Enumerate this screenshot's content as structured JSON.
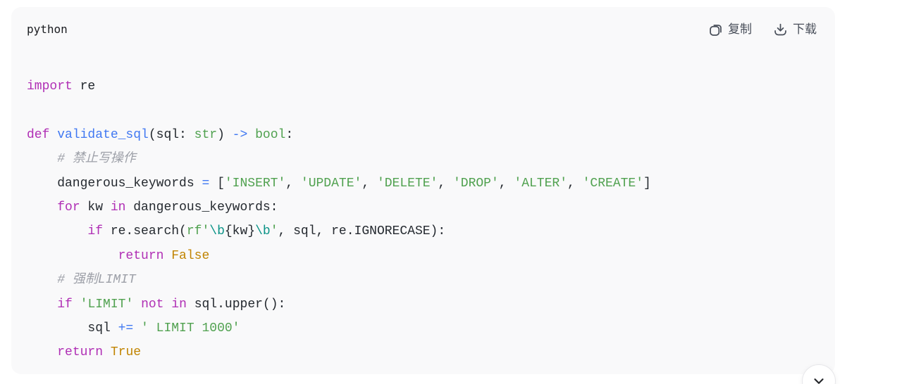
{
  "header": {
    "language": "python",
    "copy_label": "复制",
    "download_label": "下载"
  },
  "syntax_colors": {
    "background": "#f9f9fa",
    "keyword": "#b02fb5",
    "function": "#4078f2",
    "operator": "#4078f2",
    "string": "#50a14f",
    "type": "#50a14f",
    "escape": "#0d9488",
    "literal": "#c18401",
    "comment": "#9da0a8",
    "plain": "#24292f"
  },
  "code": {
    "lines": [
      [
        [
          "kw",
          "import"
        ],
        [
          "pln",
          " re"
        ]
      ],
      [],
      [
        [
          "kw",
          "def"
        ],
        [
          "pln",
          " "
        ],
        [
          "fn",
          "validate_sql"
        ],
        [
          "pln",
          "(sql: "
        ],
        [
          "typ",
          "str"
        ],
        [
          "pln",
          ") "
        ],
        [
          "op",
          "->"
        ],
        [
          "pln",
          " "
        ],
        [
          "typ",
          "bool"
        ],
        [
          "pln",
          ":"
        ]
      ],
      [
        [
          "com",
          "    # 禁止写操作"
        ]
      ],
      [
        [
          "pln",
          "    dangerous_keywords "
        ],
        [
          "op",
          "="
        ],
        [
          "pln",
          " ["
        ],
        [
          "str",
          "'INSERT'"
        ],
        [
          "pln",
          ", "
        ],
        [
          "str",
          "'UPDATE'"
        ],
        [
          "pln",
          ", "
        ],
        [
          "str",
          "'DELETE'"
        ],
        [
          "pln",
          ", "
        ],
        [
          "str",
          "'DROP'"
        ],
        [
          "pln",
          ", "
        ],
        [
          "str",
          "'ALTER'"
        ],
        [
          "pln",
          ", "
        ],
        [
          "str",
          "'CREATE'"
        ],
        [
          "pln",
          "]"
        ]
      ],
      [
        [
          "pln",
          "    "
        ],
        [
          "kw",
          "for"
        ],
        [
          "pln",
          " kw "
        ],
        [
          "kw",
          "in"
        ],
        [
          "pln",
          " dangerous_keywords:"
        ]
      ],
      [
        [
          "pln",
          "        "
        ],
        [
          "kw",
          "if"
        ],
        [
          "pln",
          " re.search("
        ],
        [
          "str",
          "rf'"
        ],
        [
          "esc",
          "\\b"
        ],
        [
          "pln",
          "{kw}"
        ],
        [
          "esc",
          "\\b"
        ],
        [
          "str",
          "'"
        ],
        [
          "pln",
          ", sql, re.IGNORECASE):"
        ]
      ],
      [
        [
          "pln",
          "            "
        ],
        [
          "kw",
          "return"
        ],
        [
          "pln",
          " "
        ],
        [
          "lit",
          "False"
        ]
      ],
      [
        [
          "com",
          "    # 强制LIMIT"
        ]
      ],
      [
        [
          "pln",
          "    "
        ],
        [
          "kw",
          "if"
        ],
        [
          "pln",
          " "
        ],
        [
          "str",
          "'LIMIT'"
        ],
        [
          "pln",
          " "
        ],
        [
          "kw",
          "not"
        ],
        [
          "pln",
          " "
        ],
        [
          "kw",
          "in"
        ],
        [
          "pln",
          " sql.upper():"
        ]
      ],
      [
        [
          "pln",
          "        sql "
        ],
        [
          "op",
          "+="
        ],
        [
          "pln",
          " "
        ],
        [
          "str",
          "' LIMIT 1000'"
        ]
      ],
      [
        [
          "pln",
          "    "
        ],
        [
          "kw",
          "return"
        ],
        [
          "pln",
          " "
        ],
        [
          "lit",
          "True"
        ]
      ]
    ]
  }
}
